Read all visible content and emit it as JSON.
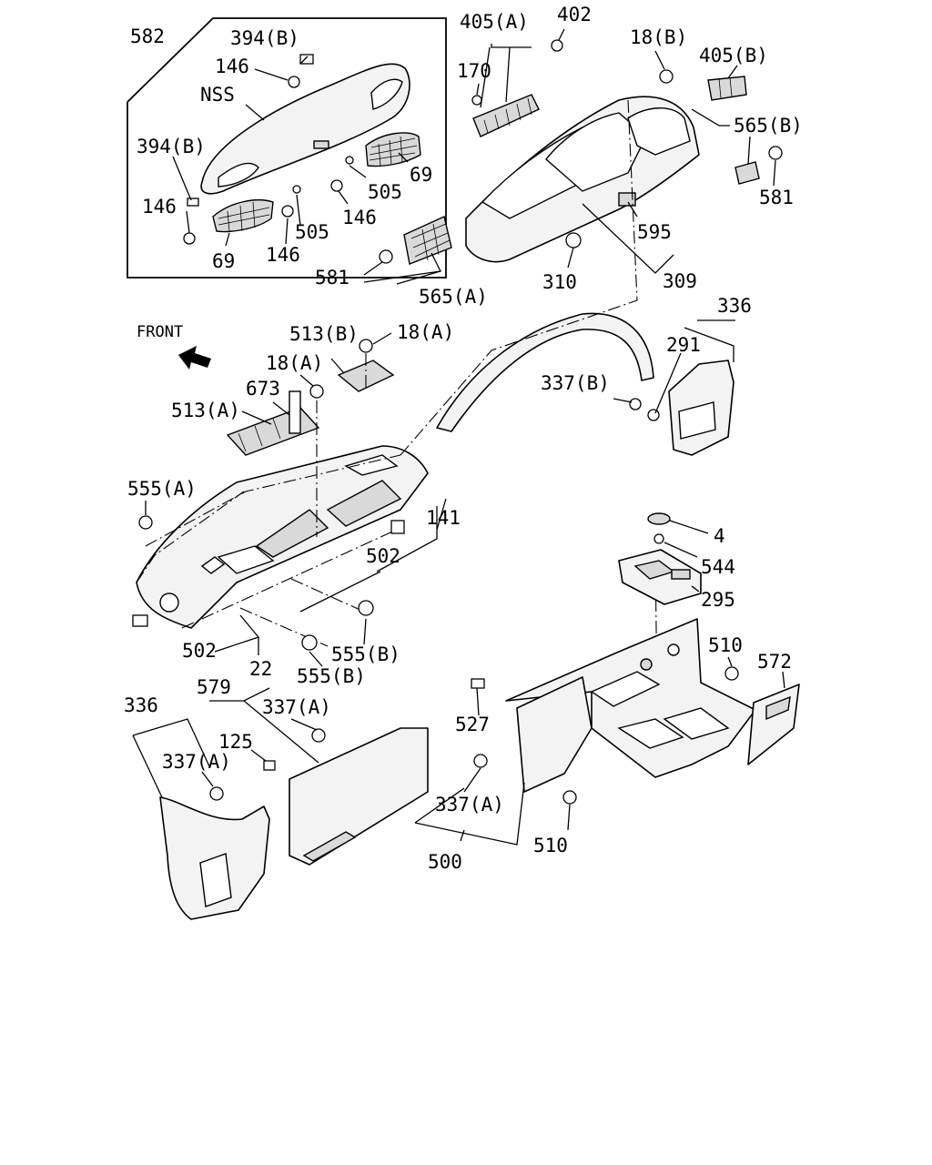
{
  "front_label": "FRONT",
  "callouts": {
    "c582": "582",
    "c394b": "394(B)",
    "c146_top": "146",
    "nss": "NSS",
    "c394b_2": "394(B)",
    "c146_left": "146",
    "c69_right": "69",
    "c505_right": "505",
    "c146_mid": "146",
    "c505_mid": "505",
    "c146_bottom": "146",
    "c69_bottom": "69",
    "c405a": "405(A)",
    "c402": "402",
    "c170": "170",
    "c18b": "18(B)",
    "c405b": "405(B)",
    "c565b": "565(B)",
    "c581_right": "581",
    "c595": "595",
    "c310": "310",
    "c309": "309",
    "c581_left": "581",
    "c565a": "565(A)",
    "c513b": "513(B)",
    "c18a_top": "18(A)",
    "c18a_mid": "18(A)",
    "c673": "673",
    "c513a": "513(A)",
    "c336_top": "336",
    "c291": "291",
    "c337b": "337(B)",
    "c555a": "555(A)",
    "c141": "141",
    "c502_top": "502",
    "c502_bottom": "502",
    "c555b_right": "555(B)",
    "c22": "22",
    "c555b_bottom": "555(B)",
    "c4": "4",
    "c544": "544",
    "c295": "295",
    "c510_top": "510",
    "c572": "572",
    "c579": "579",
    "c337a_top": "337(A)",
    "c336_bottom": "336",
    "c125": "125",
    "c337a_left": "337(A)",
    "c527": "527",
    "c337a_center": "337(A)",
    "c500": "500",
    "c510_bottom": "510"
  }
}
